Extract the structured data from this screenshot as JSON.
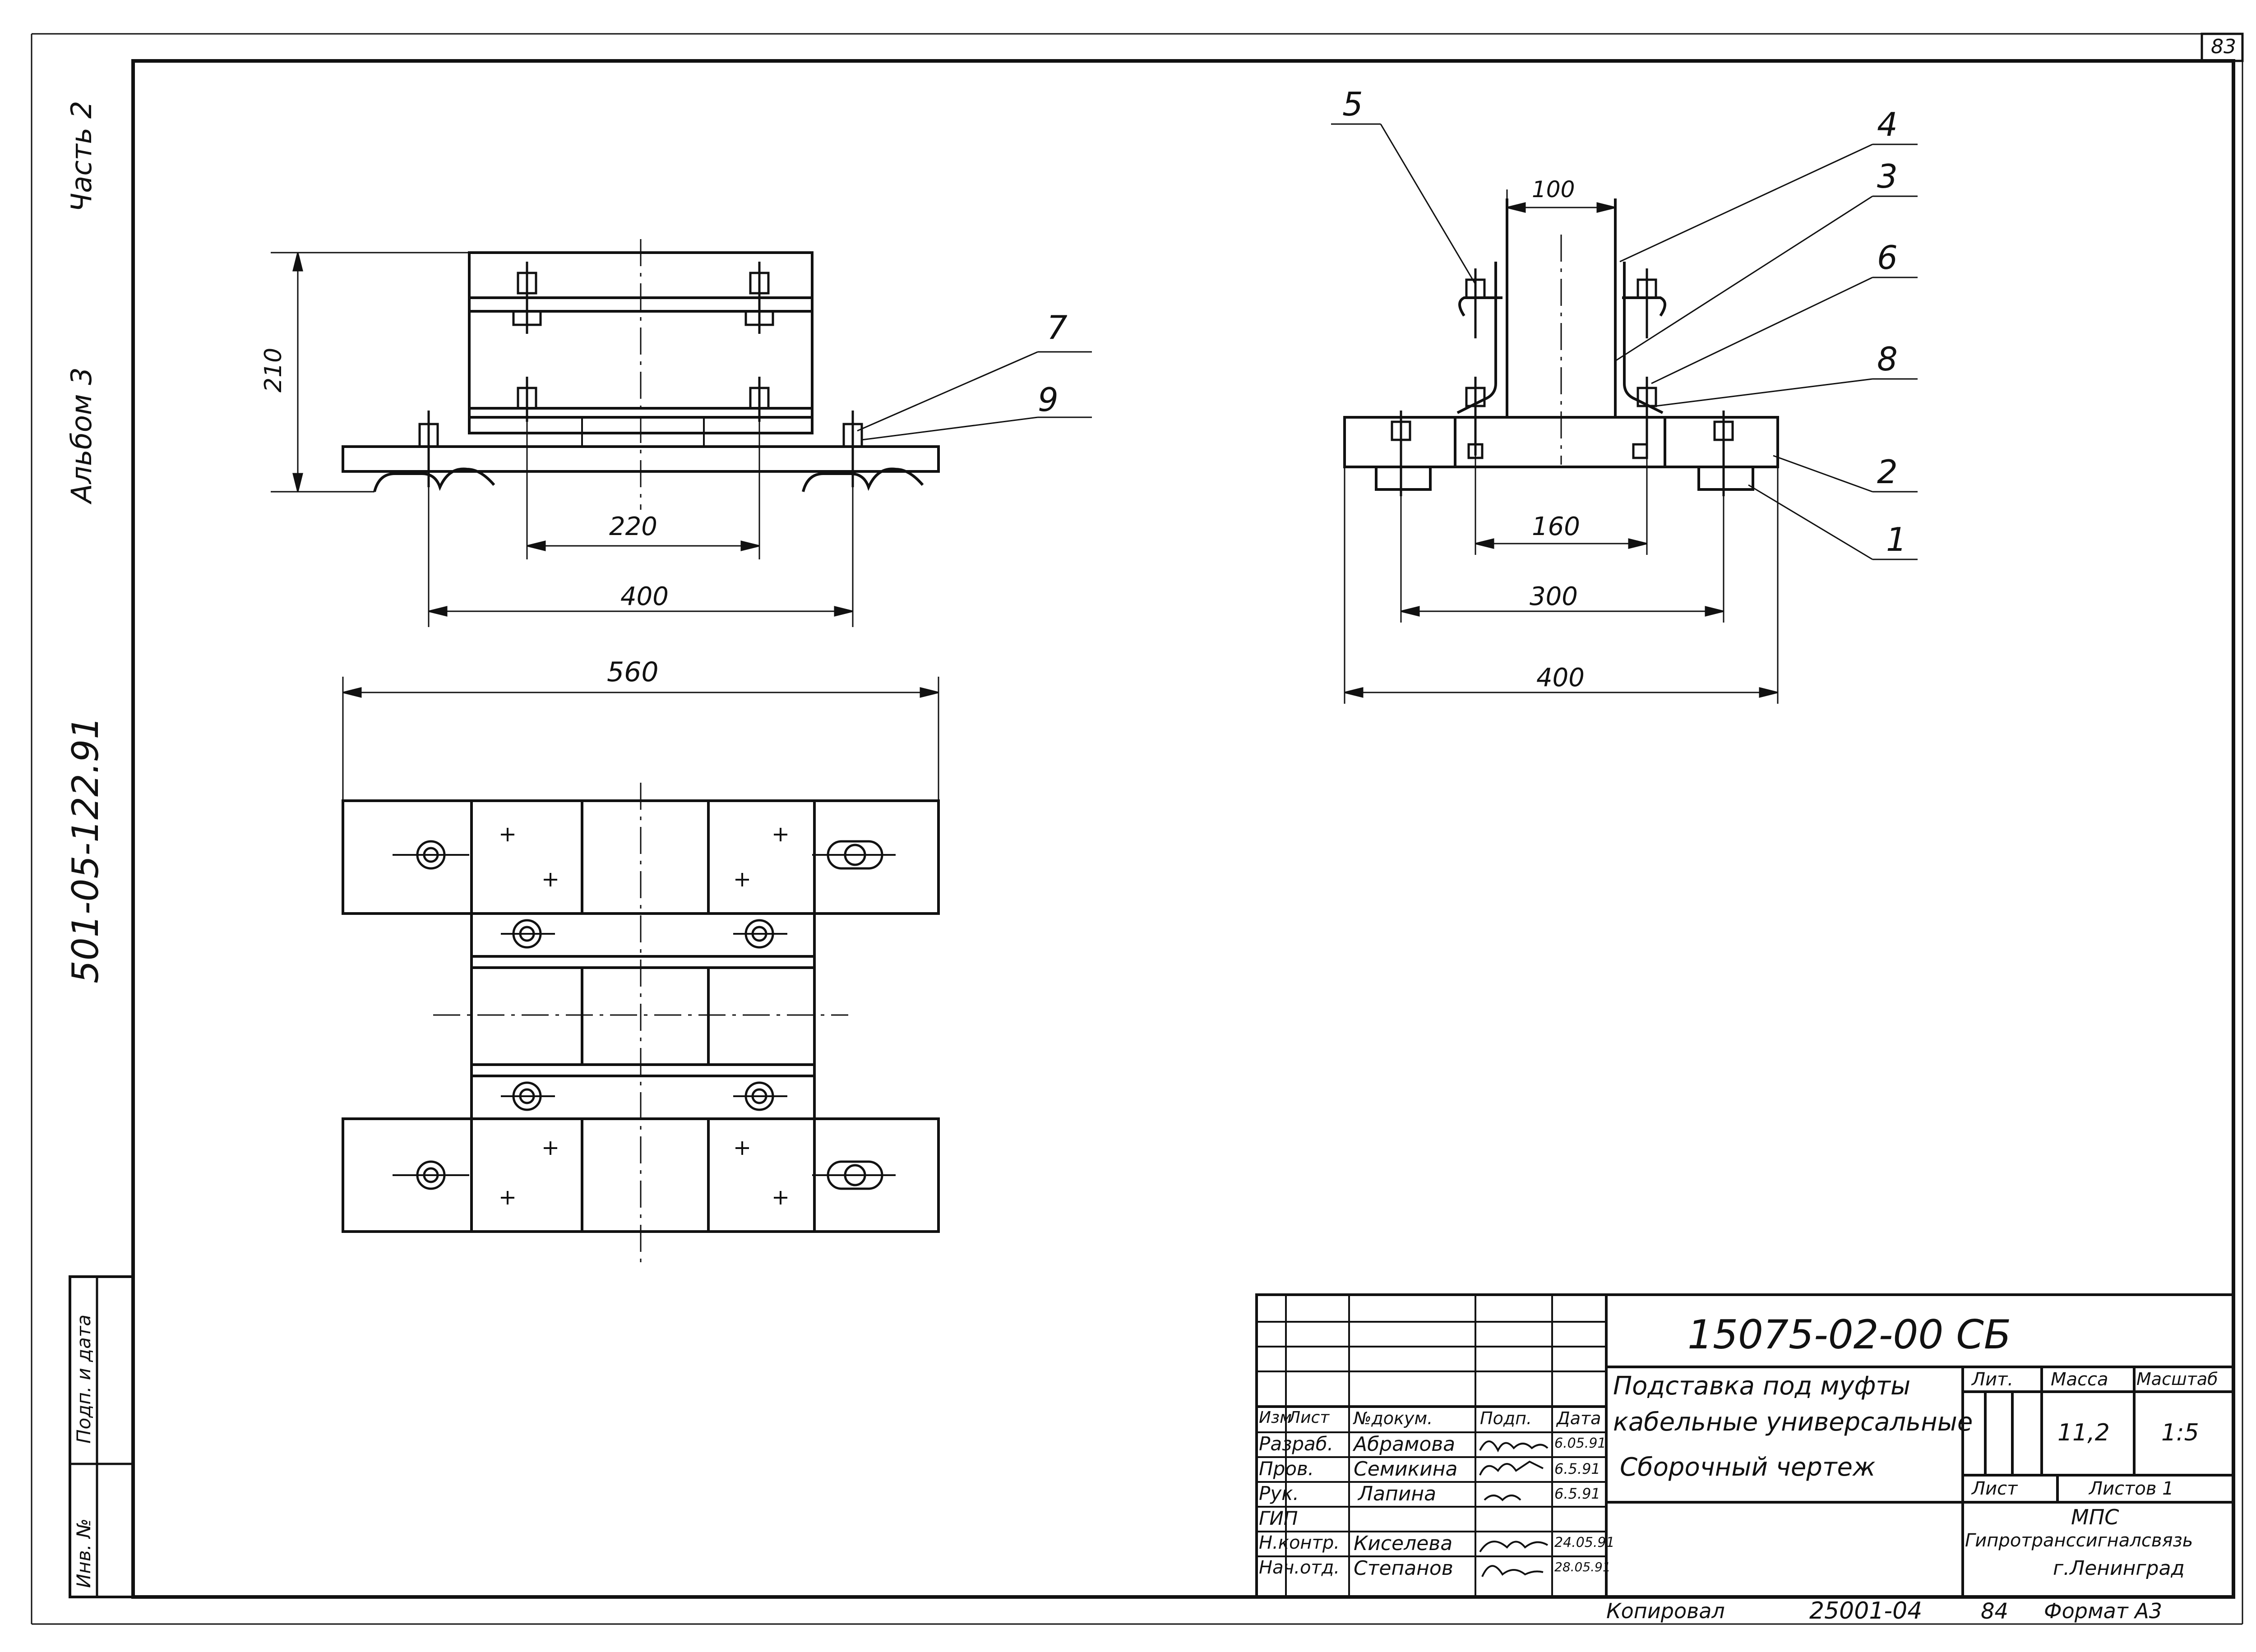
{
  "sheet_number": "83",
  "side_stamp": {
    "part": "Часть 2",
    "album": "Альбом 3",
    "code": "501-05-122.91"
  },
  "side_box": {
    "sign_date": "Подп. и дата",
    "inv_no": "Инв. №"
  },
  "left_view": {
    "dim_height": "210",
    "dim_220": "220",
    "dim_400": "400",
    "pos_7": "7",
    "pos_9": "9"
  },
  "plan_view": {
    "dim_560": "560"
  },
  "right_view": {
    "dim_100": "100",
    "dim_160": "160",
    "dim_300": "300",
    "dim_400": "400",
    "pos_5": "5",
    "pos_4": "4",
    "pos_3": "3",
    "pos_6": "6",
    "pos_8": "8",
    "pos_2": "2",
    "pos_1": "1"
  },
  "title_block": {
    "doc_number": "15075-02-00 СБ",
    "title_line1": "Подставка под муфты",
    "title_line2": "кабельные универсальные",
    "title_line3": "Сборочный чертеж",
    "hdr_izm": "Изм",
    "hdr_list": "Лист",
    "hdr_docnum": "№докум.",
    "hdr_podp": "Подп.",
    "hdr_data": "Дата",
    "rows": [
      {
        "role": "Разраб.",
        "name": "Абрамова",
        "date": "6.05.91"
      },
      {
        "role": "Пров.",
        "name": "Семикина",
        "date": "6.5.91"
      },
      {
        "role": "Рук.",
        "name": "Лапина",
        "date": "6.5.91"
      },
      {
        "role": "ГИП",
        "name": "",
        "date": ""
      },
      {
        "role": "Н.контр.",
        "name": "Киселева",
        "date": "24.05.91"
      },
      {
        "role": "Нач.отд.",
        "name": "Степанов",
        "date": "28.05.91"
      }
    ],
    "lit_label": "Лит.",
    "mass_label": "Масса",
    "scale_label": "Масштаб",
    "mass_value": "11,2",
    "scale_value": "1:5",
    "sheet_label": "Лист",
    "sheets_label": "Листов 1",
    "org_line1": "МПС",
    "org_line2": "Гипротранссигналсвязь",
    "org_line3": "г.Ленинград",
    "copied_by": "Копировал",
    "order_no": "25001-04",
    "sheet_84": "84",
    "format": "Формат А3"
  }
}
